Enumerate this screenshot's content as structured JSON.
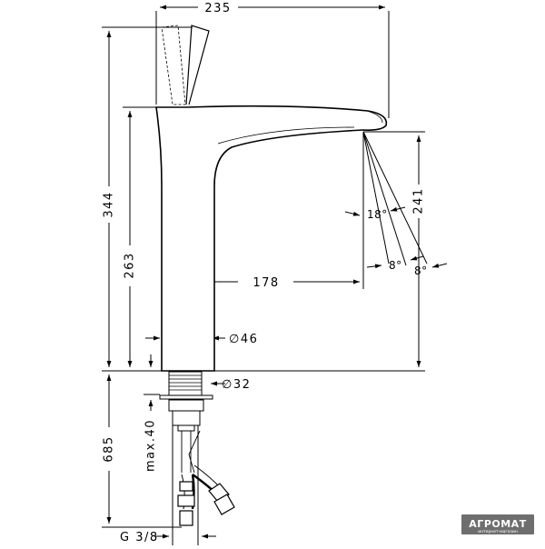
{
  "dimensions": {
    "total_width": "235",
    "total_height": "344",
    "spout_height": "263",
    "aerator_height": "241",
    "spout_reach": "178",
    "body_diameter": "∅46",
    "shank_diameter": "∅32",
    "hose_length": "685",
    "max_thickness": "max.40",
    "thread": "G 3/8"
  },
  "angles": {
    "a1": "18°",
    "a2": "8°",
    "a3": "8°"
  },
  "watermark": {
    "brand": "АГРОМАТ",
    "tagline": "интернет-магазин"
  },
  "colors": {
    "line": "#000000",
    "watermark": "#6e6e6e"
  }
}
